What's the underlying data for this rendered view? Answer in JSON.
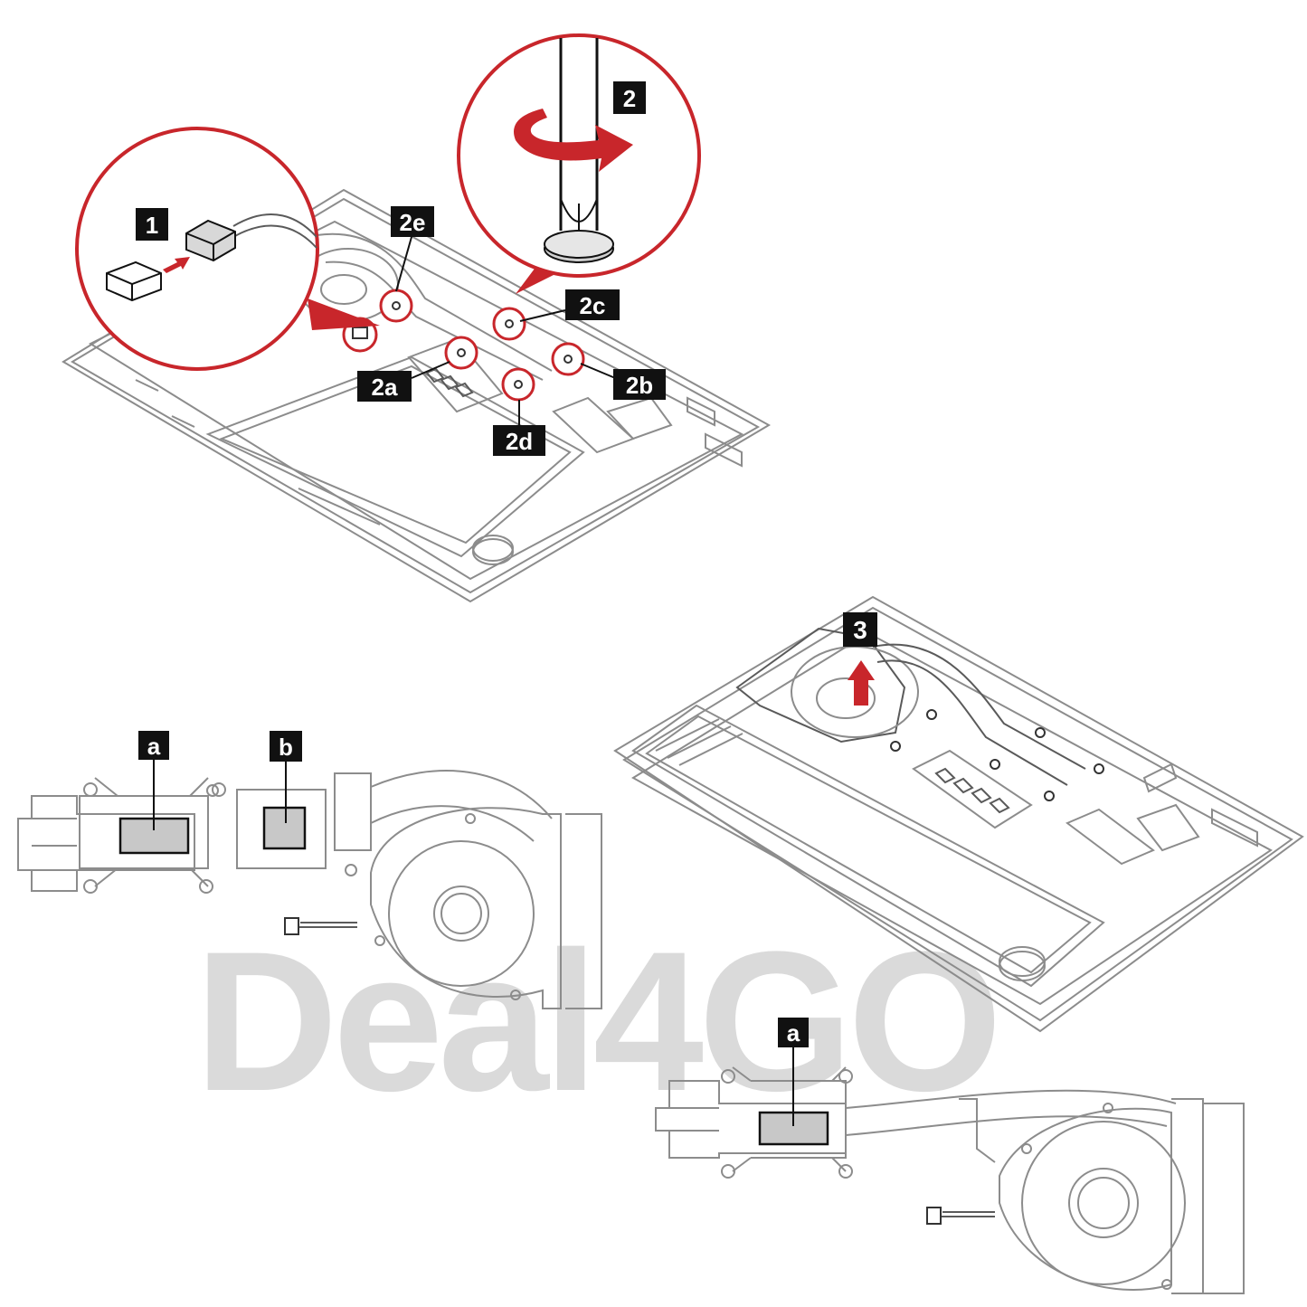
{
  "watermark": "Deal4GO",
  "step_labels": {
    "s1": "1",
    "s2": "2",
    "s2a": "2a",
    "s2b": "2b",
    "s2c": "2c",
    "s2d": "2d",
    "s2e": "2e",
    "s3": "3"
  },
  "pad_labels": {
    "top_a": "a",
    "top_b": "b",
    "bottom_a": "a"
  },
  "colors": {
    "accent_red": "#c8262b",
    "label_bg": "#111111",
    "line_gray": "#8c8c8c",
    "thermal_pad": "#c8c8c8",
    "watermark": "#dadada"
  },
  "icons": [
    "arrow-right-icon",
    "rotate-arrow-icon",
    "arrow-up-icon",
    "screw-icon",
    "screwdriver-icon"
  ]
}
